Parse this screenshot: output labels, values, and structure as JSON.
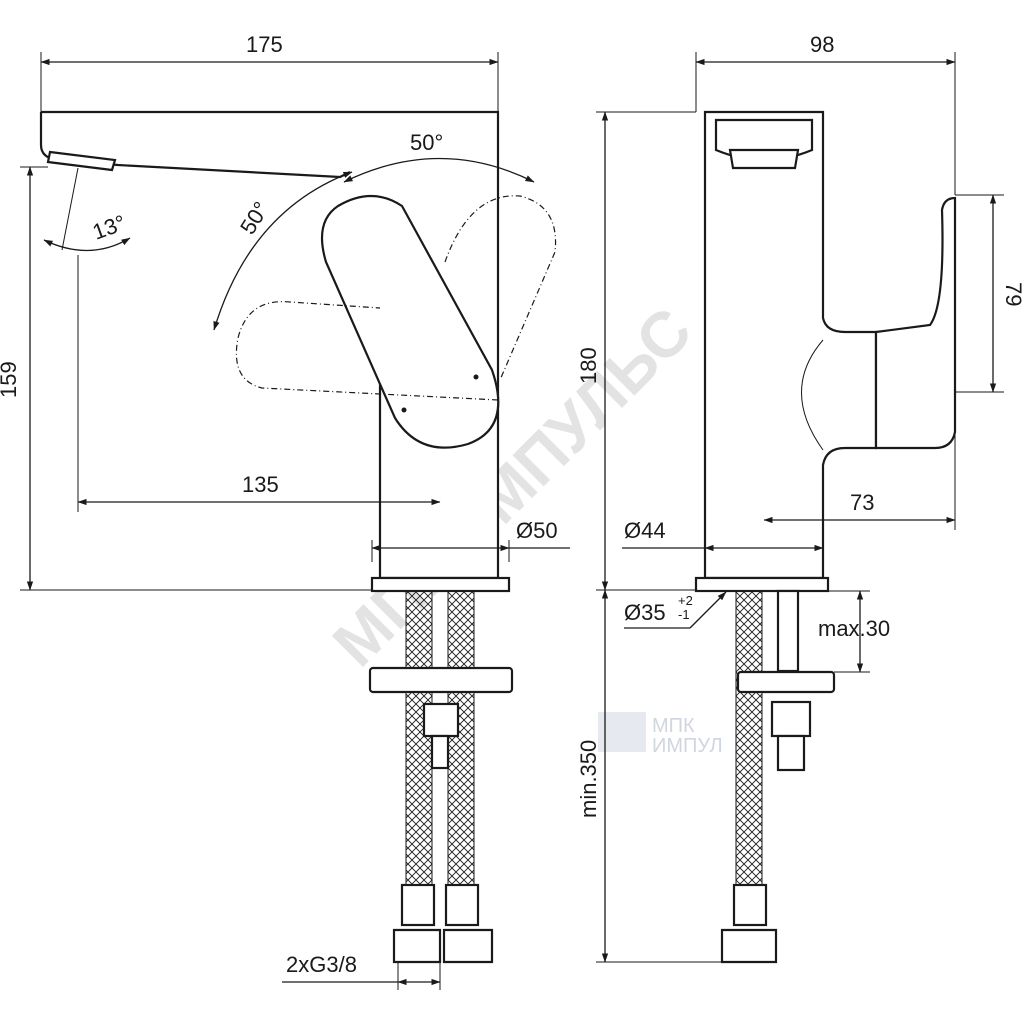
{
  "drawing": {
    "watermark": "МПК ИМПУЛЬС",
    "watermark_small_line1": "МПК",
    "watermark_small_line2": "ИМПУЛ",
    "front_view": {
      "width": "175",
      "height": "159",
      "reach": "135",
      "base_diameter": "Ø50",
      "spout_angle": "13°",
      "lever_angle_left": "50°",
      "lever_angle_right": "50°",
      "connection": "2xG3/8"
    },
    "side_view": {
      "depth": "98",
      "height": "180",
      "lever_height": "79",
      "lever_reach": "73",
      "body_diameter": "Ø44",
      "hole_diameter": "Ø35",
      "hole_tolerance_upper": "+2",
      "hole_tolerance_lower": "-1",
      "max_deck": "max.30",
      "min_hose": "min.350"
    }
  }
}
